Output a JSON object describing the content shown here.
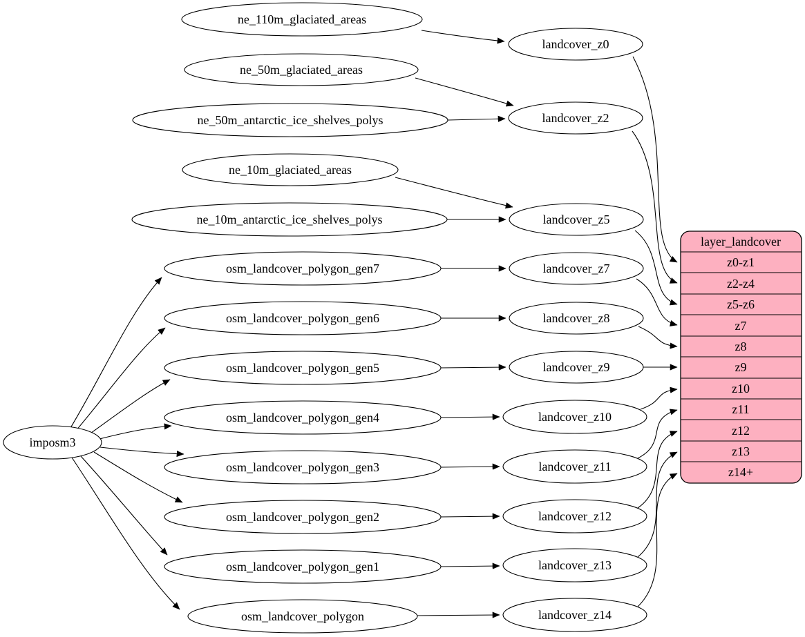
{
  "colors": {
    "background": "#ffffff",
    "node_fill": "#ffffff",
    "stroke": "#000000",
    "table_fill": "#fdb0c0",
    "text": "#000000"
  },
  "nodes": {
    "imposm3": "imposm3",
    "ne_110m_glaciated_areas": "ne_110m_glaciated_areas",
    "ne_50m_glaciated_areas": "ne_50m_glaciated_areas",
    "ne_50m_antarctic_ice_shelves_polys": "ne_50m_antarctic_ice_shelves_polys",
    "ne_10m_glaciated_areas": "ne_10m_glaciated_areas",
    "ne_10m_antarctic_ice_shelves_polys": "ne_10m_antarctic_ice_shelves_polys",
    "osm_landcover_polygon_gen7": "osm_landcover_polygon_gen7",
    "osm_landcover_polygon_gen6": "osm_landcover_polygon_gen6",
    "osm_landcover_polygon_gen5": "osm_landcover_polygon_gen5",
    "osm_landcover_polygon_gen4": "osm_landcover_polygon_gen4",
    "osm_landcover_polygon_gen3": "osm_landcover_polygon_gen3",
    "osm_landcover_polygon_gen2": "osm_landcover_polygon_gen2",
    "osm_landcover_polygon_gen1": "osm_landcover_polygon_gen1",
    "osm_landcover_polygon": "osm_landcover_polygon",
    "landcover_z0": "landcover_z0",
    "landcover_z2": "landcover_z2",
    "landcover_z5": "landcover_z5",
    "landcover_z7": "landcover_z7",
    "landcover_z8": "landcover_z8",
    "landcover_z9": "landcover_z9",
    "landcover_z10": "landcover_z10",
    "landcover_z11": "landcover_z11",
    "landcover_z12": "landcover_z12",
    "landcover_z13": "landcover_z13",
    "landcover_z14": "landcover_z14"
  },
  "table": {
    "title": "layer_landcover",
    "rows": [
      "z0-z1",
      "z2-z4",
      "z5-z6",
      "z7",
      "z8",
      "z9",
      "z10",
      "z11",
      "z12",
      "z13",
      "z14+"
    ]
  },
  "edges": [
    {
      "from": "imposm3",
      "to": "osm_landcover_polygon_gen7"
    },
    {
      "from": "imposm3",
      "to": "osm_landcover_polygon_gen6"
    },
    {
      "from": "imposm3",
      "to": "osm_landcover_polygon_gen5"
    },
    {
      "from": "imposm3",
      "to": "osm_landcover_polygon_gen4"
    },
    {
      "from": "imposm3",
      "to": "osm_landcover_polygon_gen3"
    },
    {
      "from": "imposm3",
      "to": "osm_landcover_polygon_gen2"
    },
    {
      "from": "imposm3",
      "to": "osm_landcover_polygon_gen1"
    },
    {
      "from": "imposm3",
      "to": "osm_landcover_polygon"
    },
    {
      "from": "ne_110m_glaciated_areas",
      "to": "landcover_z0"
    },
    {
      "from": "ne_50m_glaciated_areas",
      "to": "landcover_z2"
    },
    {
      "from": "ne_50m_antarctic_ice_shelves_polys",
      "to": "landcover_z2"
    },
    {
      "from": "ne_10m_glaciated_areas",
      "to": "landcover_z5"
    },
    {
      "from": "ne_10m_antarctic_ice_shelves_polys",
      "to": "landcover_z5"
    },
    {
      "from": "osm_landcover_polygon_gen7",
      "to": "landcover_z7"
    },
    {
      "from": "osm_landcover_polygon_gen6",
      "to": "landcover_z8"
    },
    {
      "from": "osm_landcover_polygon_gen5",
      "to": "landcover_z9"
    },
    {
      "from": "osm_landcover_polygon_gen4",
      "to": "landcover_z10"
    },
    {
      "from": "osm_landcover_polygon_gen3",
      "to": "landcover_z11"
    },
    {
      "from": "osm_landcover_polygon_gen2",
      "to": "landcover_z12"
    },
    {
      "from": "osm_landcover_polygon_gen1",
      "to": "landcover_z13"
    },
    {
      "from": "osm_landcover_polygon",
      "to": "landcover_z14"
    },
    {
      "from": "landcover_z0",
      "to": "z0-z1"
    },
    {
      "from": "landcover_z2",
      "to": "z2-z4"
    },
    {
      "from": "landcover_z5",
      "to": "z5-z6"
    },
    {
      "from": "landcover_z7",
      "to": "z7"
    },
    {
      "from": "landcover_z8",
      "to": "z8"
    },
    {
      "from": "landcover_z9",
      "to": "z9"
    },
    {
      "from": "landcover_z10",
      "to": "z10"
    },
    {
      "from": "landcover_z11",
      "to": "z11"
    },
    {
      "from": "landcover_z12",
      "to": "z12"
    },
    {
      "from": "landcover_z13",
      "to": "z13"
    },
    {
      "from": "landcover_z14",
      "to": "z14+"
    }
  ]
}
